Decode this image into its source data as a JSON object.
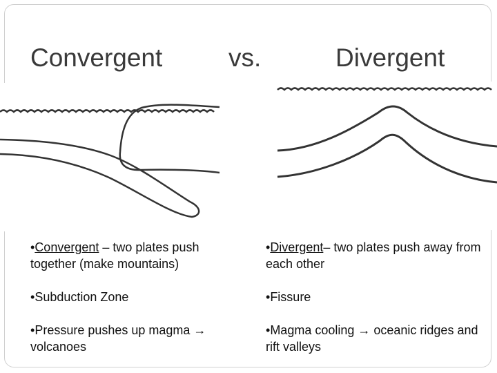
{
  "title": {
    "left": "Convergent",
    "middle": "vs.",
    "right": "Divergent"
  },
  "convergent_bullets": [
    {
      "prefix": "•",
      "term": "Convergent",
      "rest": " – two plates push together (make mountains)"
    },
    {
      "prefix": "•",
      "term": "",
      "rest": "Subduction Zone"
    },
    {
      "prefix": "•",
      "term": "",
      "rest": "Pressure pushes up magma → volcanoes"
    }
  ],
  "divergent_bullets": [
    {
      "prefix": "•",
      "term": "Divergent",
      "rest": "– two plates push away from each other"
    },
    {
      "prefix": "•",
      "term": "",
      "rest": "Fissure"
    },
    {
      "prefix": "•",
      "term": "",
      "rest": "Magma cooling → oceanic ridges and rift valleys"
    }
  ],
  "colors": {
    "title": "#3a3a3a",
    "text": "#111111",
    "line": "#333333"
  }
}
